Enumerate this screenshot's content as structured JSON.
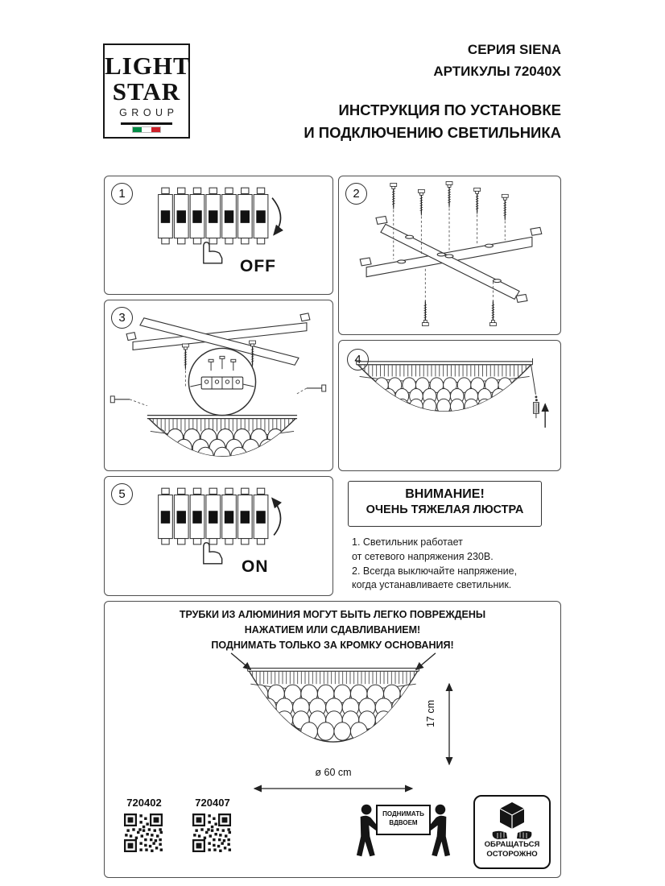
{
  "logo": {
    "word1": "LIGHT",
    "word2": "STAR",
    "word3": "GROUP"
  },
  "header": {
    "series": "СЕРИЯ SIENA",
    "articles": "АРТИКУЛЫ 72040X",
    "title_line1": "ИНСТРУКЦИЯ ПО УСТАНОВКЕ",
    "title_line2": "И ПОДКЛЮЧЕНИЮ СВЕТИЛЬНИКА"
  },
  "steps": {
    "s1": {
      "number": "1",
      "label": "OFF"
    },
    "s2": {
      "number": "2"
    },
    "s3": {
      "number": "3"
    },
    "s4": {
      "number": "4"
    },
    "s5": {
      "number": "5",
      "label": "ON"
    }
  },
  "attention": {
    "title": "ВНИМАНИЕ!",
    "subtitle": "ОЧЕНЬ ТЯЖЕЛАЯ ЛЮСТРА",
    "notes": [
      "1. Светильник работает",
      "от сетевого напряжения 230В.",
      "2. Всегда выключайте напряжение,",
      "когда устанавливаете светильник."
    ]
  },
  "caution": {
    "lines": [
      "ТРУБКИ ИЗ АЛЮМИНИЯ МОГУТ БЫТЬ ЛЕГКО ПОВРЕЖДЕНЫ",
      "НАЖАТИЕМ ИЛИ СДАВЛИВАНИЕМ!",
      "ПОДНИМАТЬ ТОЛЬКО ЗА КРОМКУ ОСНОВАНИЯ!"
    ],
    "diameter": "ø 60 cm",
    "height": "17 cm"
  },
  "codes": {
    "c1": "720402",
    "c2": "720407"
  },
  "lift": {
    "line1": "ПОДНИМАТЬ",
    "line2": "ВДВОЕМ"
  },
  "care": {
    "line1": "ОБРАЩАТЬСЯ",
    "line2": "ОСТОРОЖНО"
  },
  "colors": {
    "ink": "#111111",
    "flag_green": "#008C45",
    "flag_white": "#ffffff",
    "flag_red": "#CD212A"
  }
}
